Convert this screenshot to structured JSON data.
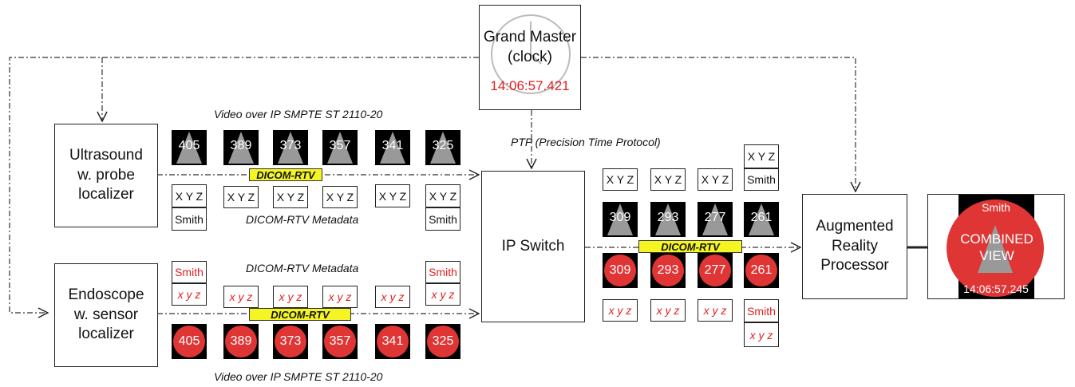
{
  "grand_master": {
    "title": "Grand Master",
    "subtitle": "(clock)",
    "time": "14:06:57.421"
  },
  "ptp_label": "PTP (Precision Time Protocol)",
  "ultrasound": {
    "label": "Ultrasound w. probe localizer",
    "video_label": "Video over IP SMPTE ST 2110-20",
    "metadata_label": "DICOM-RTV Metadata",
    "frames": [
      "405",
      "389",
      "373",
      "357",
      "341",
      "325"
    ]
  },
  "endoscope": {
    "label": "Endoscope w. sensor localizer",
    "video_label": "Video over IP SMPTE ST 2110-20",
    "metadata_label": "DICOM-RTV Metadata",
    "frames": [
      "405",
      "389",
      "373",
      "357",
      "341",
      "325"
    ]
  },
  "switch_label": "IP Switch",
  "output_frames": {
    "ultrasound": [
      "309",
      "293",
      "277",
      "261"
    ],
    "endoscope": [
      "309",
      "293",
      "277",
      "261"
    ]
  },
  "metadata": {
    "xyz_upper": "X Y Z",
    "xyz_lower": "x y z",
    "patient": "Smith"
  },
  "dicom_rtv": "DICOM-RTV",
  "ar_processor": "Augmented Reality Processor",
  "combined_view": {
    "patient": "Smith",
    "label": "COMBINED VIEW",
    "time": "14:06:57.245"
  },
  "colors": {
    "accent_red": "#e03535",
    "badge_yellow": "#f5f523",
    "frame_black": "#000000"
  }
}
